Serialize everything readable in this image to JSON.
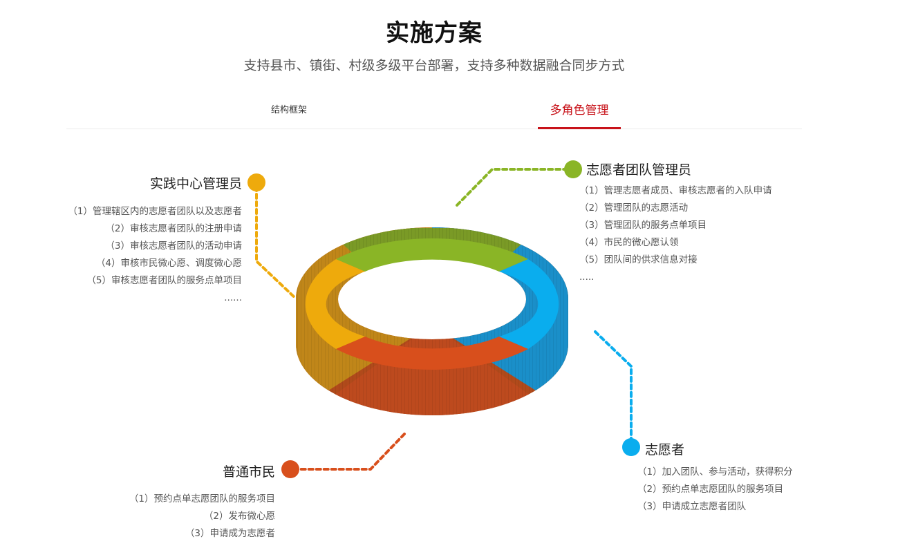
{
  "header": {
    "title": "实施方案",
    "subtitle": "支持县市、镇街、村级多级平台部署，支持多种数据融合同步方式"
  },
  "tabs": [
    {
      "label": "结构框架",
      "active": false
    },
    {
      "label": "多角色管理",
      "active": true
    }
  ],
  "colors": {
    "accent": "#c8131a",
    "practice_center": "#eeaa0c",
    "team_admin": "#8ab526",
    "volunteer": "#0aadee",
    "citizen": "#d84f1c"
  },
  "roles": {
    "practice_center": {
      "title": "实践中心管理员",
      "items": [
        "（1）管理辖区内的志愿者团队以及志愿者",
        "（2）审核志愿者团队的注册申请",
        "（3）审核志愿者团队的活动申请",
        "（4）审核市民微心愿、调度微心愿",
        "（5）审核志愿者团队的服务点单项目",
        "......"
      ]
    },
    "team_admin": {
      "title": "志愿者团队管理员",
      "items": [
        "（1）管理志愿者成员、审核志愿者的入队申请",
        "（2）管理团队的志愿活动",
        "（3）管理团队的服务点单项目",
        "（4）市民的微心愿认领",
        "（5）团队间的供求信息对接",
        "....."
      ]
    },
    "volunteer": {
      "title": "志愿者",
      "items": [
        "（1）加入团队、参与活动，获得积分",
        "（2）预约点单志愿团队的服务项目",
        "（3）申请成立志愿者团队"
      ]
    },
    "citizen": {
      "title": "普通市民",
      "items": [
        "（1）预约点单志愿团队的服务项目",
        "（2）发布微心愿",
        "（3）申请成为志愿者"
      ]
    }
  }
}
